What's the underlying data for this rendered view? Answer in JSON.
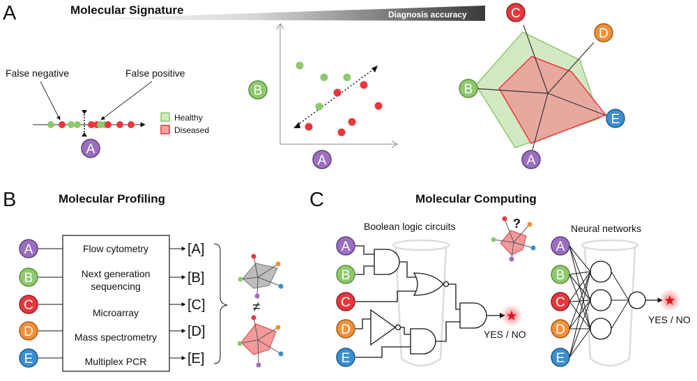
{
  "colors": {
    "A": "#9b6fc0",
    "B": "#8fc86e",
    "C": "#e8373d",
    "D": "#f0913a",
    "E": "#3a8fd0",
    "healthy": "#8fc86e",
    "diseased": "#e8373d",
    "gray_circuit": "#d0d0d0"
  },
  "panel_a": {
    "letter": "A",
    "title": "Molecular Signature",
    "accuracy_label": "Diagnosis accuracy",
    "false_negative": "False negative",
    "false_positive": "False positive",
    "legend_healthy": "Healthy",
    "legend_diseased": "Diseased",
    "axis_1d_label": "A",
    "scatter_x_label": "A",
    "scatter_y_label": "B",
    "radar_labels": [
      "C",
      "D",
      "E",
      "A",
      "B"
    ]
  },
  "panel_b": {
    "letter": "B",
    "title": "Molecular Profiling",
    "inputs": [
      "A",
      "B",
      "C",
      "D",
      "E"
    ],
    "methods": [
      "Flow cytometry",
      "Next generation",
      "sequencing",
      "Microarray",
      "Mass spectrometry",
      "Multiplex PCR"
    ],
    "outputs": [
      "[A]",
      "[B]",
      "[C]",
      "[D]",
      "[E]"
    ],
    "neq": "≠"
  },
  "panel_c": {
    "letter": "C",
    "title": "Molecular Computing",
    "boolean_title": "Boolean logic circuits",
    "neural_title": "Neural networks",
    "question": "?",
    "inputs_boolean": [
      "A",
      "B",
      "C",
      "D",
      "E"
    ],
    "inputs_neural": [
      "A",
      "B",
      "C",
      "D",
      "E"
    ],
    "output_boolean": "YES / NO",
    "output_neural": "YES / NO"
  }
}
